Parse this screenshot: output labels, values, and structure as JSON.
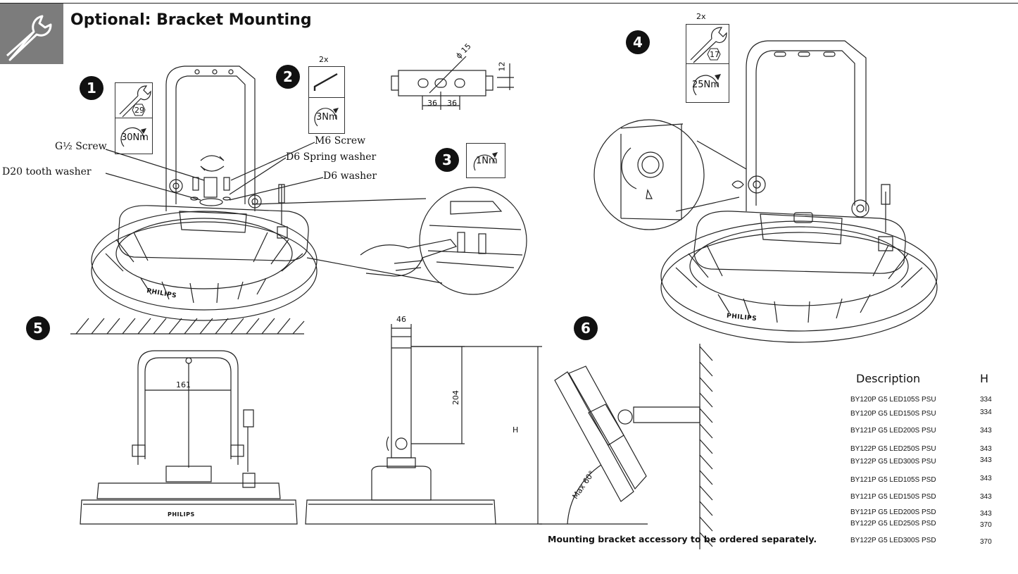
{
  "header": {
    "title": "Optional: Bracket Mounting"
  },
  "steps": {
    "s1": {
      "number": "1",
      "tool_size": "29",
      "torque": "30Nm"
    },
    "s2": {
      "number": "2",
      "count": "2x",
      "torque": "3Nm"
    },
    "s3": {
      "number": "3",
      "torque": "1Nm"
    },
    "s4": {
      "number": "4",
      "count": "2x",
      "tool_size": "17",
      "torque": "25Nm"
    },
    "s5": {
      "number": "5"
    },
    "s6": {
      "number": "6"
    }
  },
  "callouts": {
    "m6_screw": "M6 Screw",
    "g_screw": "G½ Screw",
    "d6_spring_washer": "D6 Spring washer",
    "d20_tooth_washer": "D20 tooth washer",
    "d6_washer": "D6 washer"
  },
  "dimensions": {
    "dia": "ϕ 15",
    "height_12": "12",
    "spacing_a": "36",
    "spacing_b": "36",
    "width_161": "161",
    "width_46": "46",
    "height_204": "204",
    "height_h": "H",
    "max_angle": "Max 60°"
  },
  "brand": {
    "logo": "PHILIPS"
  },
  "table": {
    "headers": {
      "description": "Description",
      "h": "H"
    },
    "rows": [
      {
        "desc": "BY120P G5 LED105S PSU",
        "h": "334"
      },
      {
        "desc": "BY120P G5 LED150S PSU",
        "h": "334"
      },
      {
        "desc": "BY121P G5 LED200S PSU",
        "h": "343"
      },
      {
        "desc": "BY122P G5 LED250S PSU",
        "h": "343"
      },
      {
        "desc": "BY122P G5 LED300S PSU",
        "h": "343"
      },
      {
        "desc": "BY121P G5 LED105S PSD",
        "h": "343"
      },
      {
        "desc": "BY121P G5 LED150S PSD",
        "h": "343"
      },
      {
        "desc": "BY121P G5 LED200S PSD",
        "h": "343"
      },
      {
        "desc": "BY122P G5 LED250S PSD",
        "h": "370"
      },
      {
        "desc": "BY122P G5 LED300S PSD",
        "h": "370"
      }
    ]
  },
  "footer": {
    "note": "Mounting bracket accessory to be ordered separately."
  }
}
